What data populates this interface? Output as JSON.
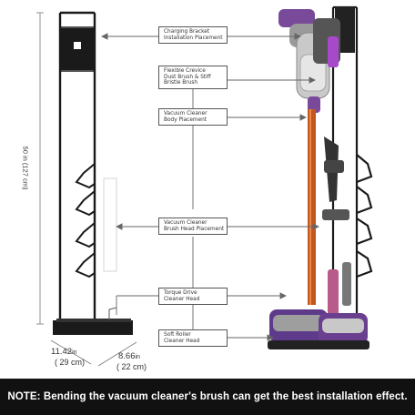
{
  "labels": {
    "charging": [
      "Charging Bracket",
      "Installation Placement"
    ],
    "crevice": [
      "Flexible Crevice",
      "Dust Brush & Stiff",
      "Bristle Brush"
    ],
    "body": [
      "Vacuum Cleaner",
      "Body Placement"
    ],
    "brushhead": [
      "Vacuum Cleaner",
      "Brush Head Placement"
    ],
    "torque": [
      "Torque Drive",
      "Cleaner Head"
    ],
    "roller": [
      "Soft Roller",
      "Cleaner Head"
    ]
  },
  "dimensions": {
    "height": "50 in (127 cm)",
    "width_in": "11.42",
    "width_in_unit": "in",
    "width_cm": "( 29 cm)",
    "depth_in": "8.66",
    "depth_in_unit": "in",
    "depth_cm": "( 22 cm)"
  },
  "note": "NOTE: Bending the vacuum cleaner's brush can get the best installation effect.",
  "colors": {
    "stand": "#1a1a1a",
    "wand": "#c4571e",
    "accent_purple": "#6b3f8f",
    "note_bg": "#111111"
  }
}
